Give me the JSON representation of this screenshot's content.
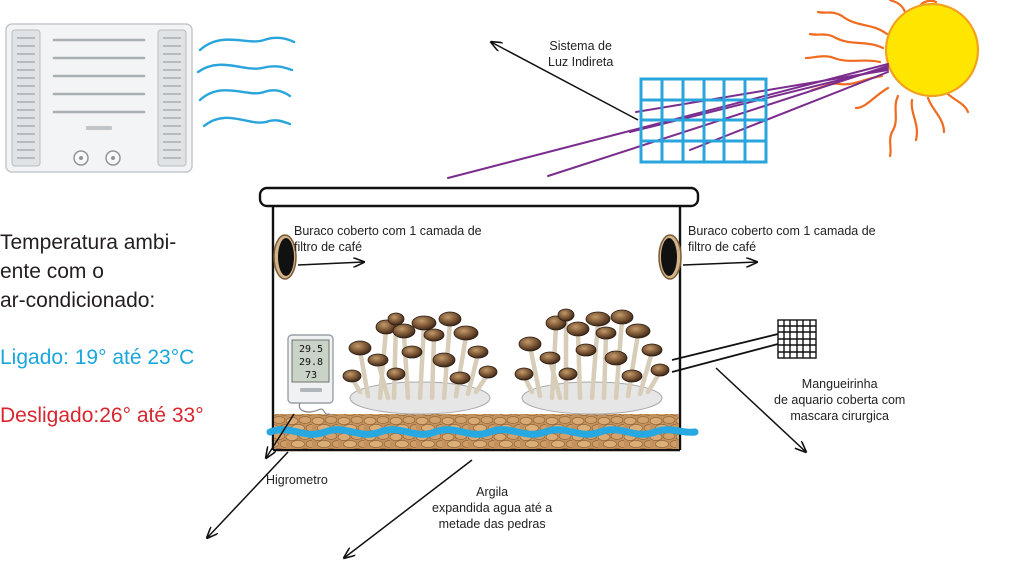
{
  "labels": {
    "light_system": [
      "Sistema de",
      "Luz Indireta"
    ],
    "hole_left": [
      "Buraco coberto com 1 camada de",
      "filtro de café"
    ],
    "hole_right": [
      "Buraco coberto com 1 camada de",
      "filtro de café"
    ],
    "hose": [
      "Mangueirinha",
      "de aquario coberta com",
      "mascara cirurgica"
    ],
    "hygrometer": "Higrometro",
    "clay": [
      "Argila",
      "expandida agua até a",
      "metade das pedras"
    ]
  },
  "temperature": {
    "lines": [
      "Temperatura ambi-",
      "ente com o",
      "ar-condicionado:"
    ],
    "on": "Ligado: 19° até 23°C",
    "off": "Desligado:26° até 33°"
  },
  "hygrometer_display": [
    "29.5",
    "29.8",
    "73"
  ],
  "colors": {
    "on": "#1ba6dd",
    "off": "#d7262f",
    "water": "#27a8e0",
    "grid": "#29a4dc",
    "sun": "#ffe600",
    "sun_rays": "#ef6b20",
    "light_beams": "#7b2d8e",
    "wind": "#29a4dc"
  },
  "icons": {
    "ac": "air-conditioner-icon",
    "sun": "sun-icon",
    "grid": "grid-panel-icon",
    "hygrometer": "hygrometer-icon",
    "mushrooms": "mushroom-cluster-icon"
  }
}
